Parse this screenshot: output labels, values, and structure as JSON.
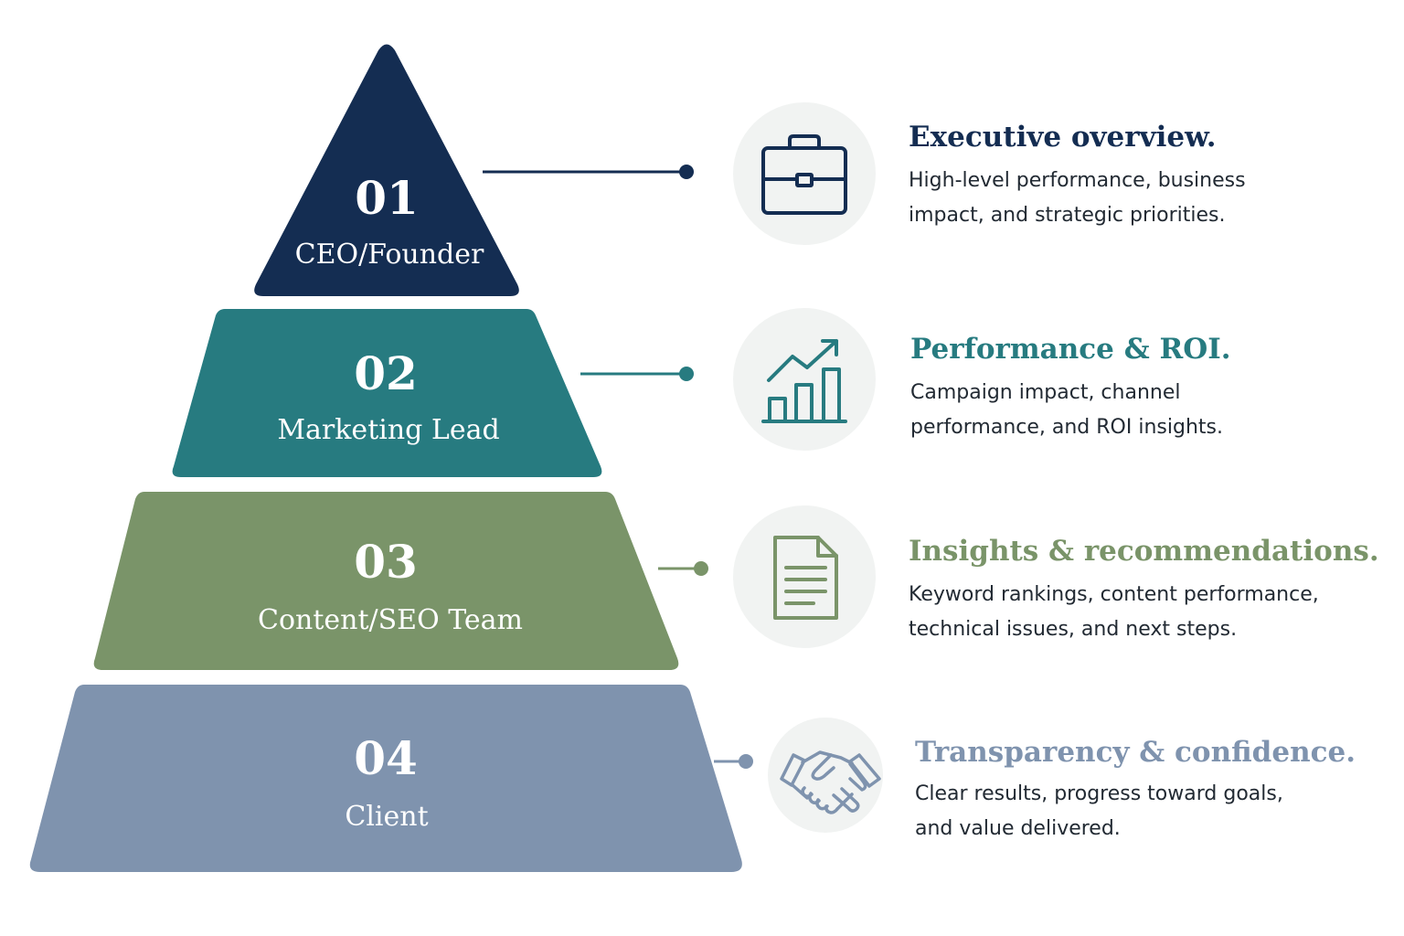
{
  "colors": {
    "level1": "#142d52",
    "level2": "#277b80",
    "level3": "#7a9469",
    "level4": "#7f93ae",
    "icon_bg": "#f1f3f2"
  },
  "levels": [
    {
      "number": "01",
      "role": "CEO/Founder",
      "icon": "briefcase-icon",
      "heading": "Executive overview.",
      "desc_line1": "High-level performance, business",
      "desc_line2": "impact, and strategic priorities."
    },
    {
      "number": "02",
      "role": "Marketing Lead",
      "icon": "growth-chart-icon",
      "heading": "Performance & ROI.",
      "desc_line1": "Campaign impact, channel",
      "desc_line2": "performance, and ROI insights."
    },
    {
      "number": "03",
      "role": "Content/SEO Team",
      "icon": "document-icon",
      "heading": "Insights & recommendations.",
      "desc_line1": "Keyword rankings, content performance,",
      "desc_line2": "technical issues, and next steps."
    },
    {
      "number": "04",
      "role": "Client",
      "icon": "handshake-icon",
      "heading": "Transparency & confidence.",
      "desc_line1": "Clear results, progress toward goals,",
      "desc_line2": "and value delivered."
    }
  ]
}
